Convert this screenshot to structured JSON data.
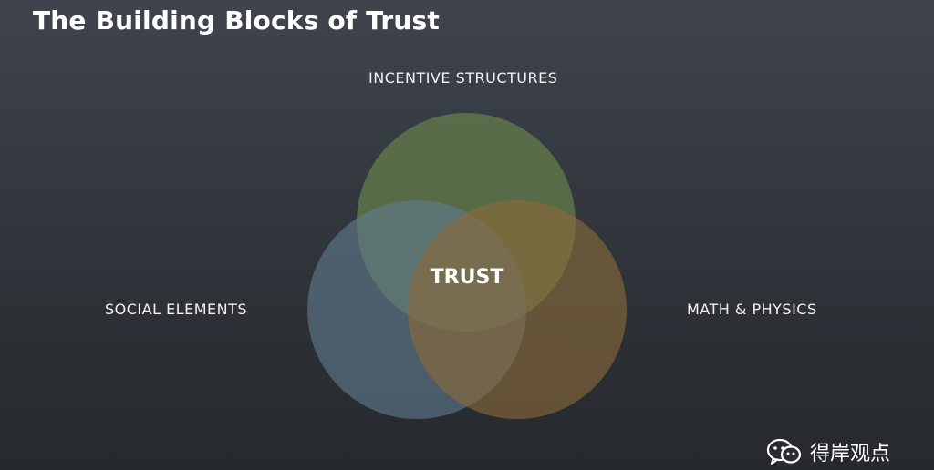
{
  "slide": {
    "title": "The Building Blocks of Trust"
  },
  "diagram": {
    "center_label": "TRUST",
    "circles": [
      {
        "label": "INCENTIVE STRUCTURES",
        "color": "#6d8a4e"
      },
      {
        "label": "SOCIAL ELEMENTS",
        "color": "#5f7a8c"
      },
      {
        "label": "MATH & PHYSICS",
        "color": "#8b6a3a"
      }
    ]
  },
  "watermark": {
    "text": "得岸观点",
    "icon": "chat-bubbles-icon"
  }
}
